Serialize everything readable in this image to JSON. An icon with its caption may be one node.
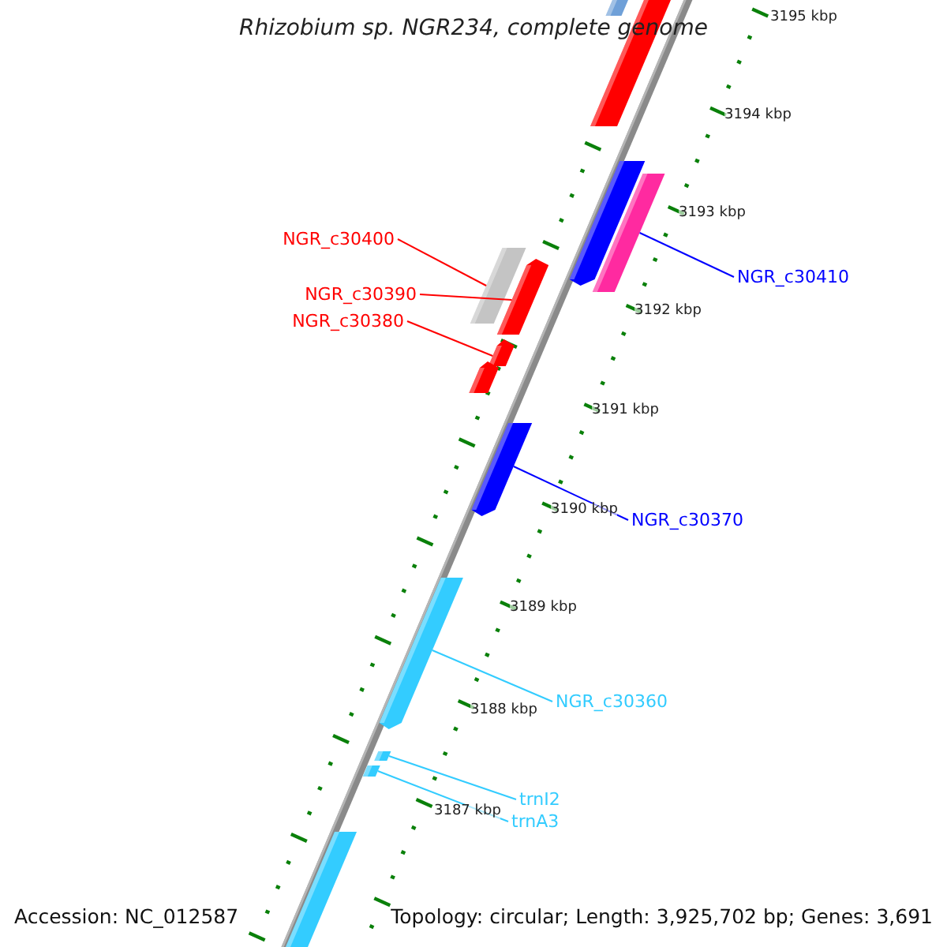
{
  "diagram": {
    "title": "Rhizobium sp. NGR234, complete genome",
    "nodes": [
      {
        "text": [
          "NGR_c30400"
        ]
      },
      {
        "text": [
          "NGR_c30410"
        ]
      },
      {
        "text": [
          "NGR_c30390"
        ]
      },
      {
        "text": [
          "NGR_c30380"
        ]
      },
      {
        "text": [
          "NGR_c30370"
        ]
      },
      {
        "text": [
          "NGR_c30360"
        ]
      },
      {
        "text": [
          "trnI2"
        ]
      },
      {
        "text": [
          "trnA3"
        ]
      },
      {
        "text": [],
        "shape": "bar"
      },
      {
        "text": [],
        "shape": "bar"
      },
      {
        "text": [],
        "shape": "bar"
      },
      {
        "text": [],
        "shape": "bar"
      },
      {
        "text": [],
        "shape": "bar"
      },
      {
        "text": [],
        "shape": "bar"
      },
      {
        "text": [],
        "shape": "bar"
      },
      {
        "text": [],
        "shape": "bar"
      },
      {
        "text": [],
        "shape": "bar"
      },
      {
        "text": [],
        "shape": "bar"
      },
      {
        "text": [],
        "shape": "bar"
      },
      {
        "text": [],
        "shape": "bar"
      },
      {
        "text": [],
        "shape": "bar"
      }
    ],
    "edges": [
      {
        "from": 0,
        "to": 12,
        "arrow": "none",
        "color": "#ff0000"
      },
      {
        "from": 1,
        "to": 11,
        "arrow": "none",
        "color": "#0000ff"
      },
      {
        "from": 2,
        "to": 13,
        "arrow": "none",
        "color": "#ff0000"
      },
      {
        "from": 3,
        "to": 14,
        "arrow": "none",
        "color": "#ff0000"
      },
      {
        "from": 4,
        "to": 16,
        "arrow": "none",
        "color": "#0000ff"
      },
      {
        "from": 5,
        "to": 17,
        "arrow": "none",
        "color": "#33ccff"
      },
      {
        "from": 6,
        "to": 18,
        "arrow": "none",
        "color": "#33ccff"
      },
      {
        "from": 7,
        "to": 19,
        "arrow": "none",
        "color": "#33ccff"
      }
    ],
    "labels": [
      "3195 kbp",
      "3194 kbp",
      "3193 kbp",
      "3192 kbp",
      "3191 kbp",
      "3190 kbp",
      "3189 kbp",
      "3188 kbp",
      "3187 kbp",
      "Accession: NC_012587",
      "Topology: circular; Length: 3,925,702 bp; Genes: 3,691"
    ]
  }
}
